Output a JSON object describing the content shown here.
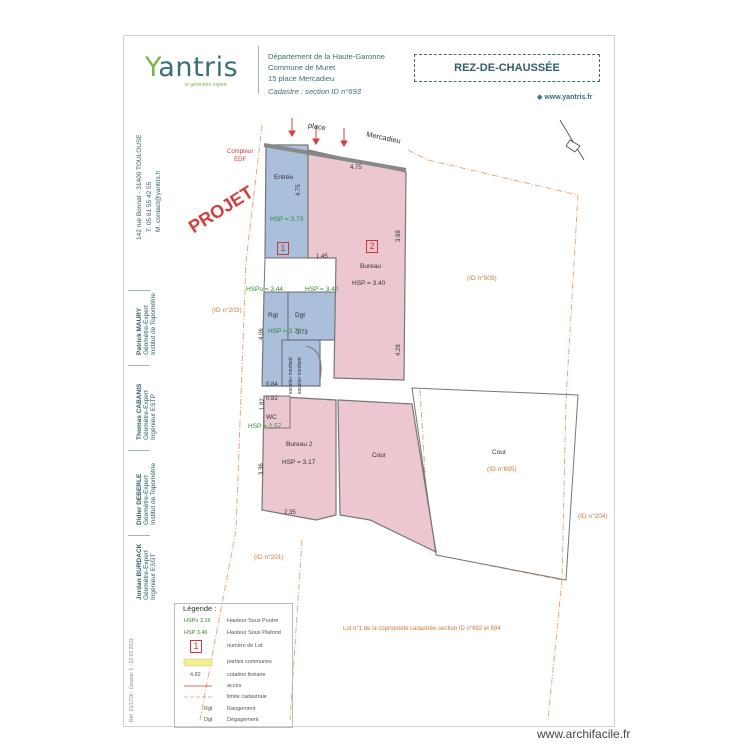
{
  "header": {
    "brand": "Yantris",
    "brand_sub": "le géomètre expert",
    "lines": [
      "Département de la Haute-Garonne",
      "Commune de Muret",
      "15 place Mercadieu",
      "Cadastre : section ID n°693"
    ],
    "title": "REZ-DE-CHAUSSÉE",
    "website": "www.yantris.fr"
  },
  "sidebar": {
    "address": [
      "142 rue Bonnat - 31400 TOULOUSE",
      "T. 05 61 55 42 55",
      "M. contact@yantris.fr"
    ],
    "people": [
      [
        "Patrick MAURY",
        "Géomètre-Expert",
        "Institut de Topométrie"
      ],
      [
        "Thomas CABANIS",
        "Géomètre-Expert",
        "Ingénieur ESTP"
      ],
      [
        "Didier DEBERLE",
        "Géomètre-Expert",
        "Institut de Topométrie"
      ],
      [
        "Jordan BURDACK",
        "Géomètre-Expert",
        "Ingénieur ESGT"
      ]
    ],
    "footer_ref": "Réf. 21/1726 - Dossier 1 - 23 03 2023"
  },
  "plan": {
    "street": [
      "place",
      "Mercadieu"
    ],
    "stamp": "PROJET",
    "compteur": [
      "Compteur",
      "EDF"
    ],
    "rooms": [
      {
        "name": "Entrée",
        "hsp": "HSP = 3.73"
      },
      {
        "name": "Bureau",
        "hsp": "HSP = 3.40"
      },
      {
        "name": "Rgt",
        "hsp": ""
      },
      {
        "name": "Dgt",
        "hsp": ""
      },
      {
        "name": "WC",
        "hsp": "HSP = 2.57"
      },
      {
        "name": "Bureau 2",
        "hsp": "HSP = 3.17"
      },
      {
        "name": "Cour",
        "hsp": ""
      },
      {
        "name": "Cour",
        "hsp": "(ID n°695)"
      }
    ],
    "extra_hsp": [
      "HSP = 3.73",
      "HSPo = 3.44",
      "HSP = 3.40"
    ],
    "stair_labels": [
      "escalier montant",
      "escalier montant"
    ],
    "lots": [
      "1",
      "2"
    ],
    "parcels": [
      "(ID n°203)",
      "(ID n°505)",
      "(ID n°204)",
      "(ID n°201)"
    ],
    "dims": [
      "4.75",
      "4.75",
      "3.98",
      "1.45",
      "4.06",
      "3.73",
      "0.84",
      "0.82",
      "3.36",
      "2.35",
      "4.28",
      "1.82"
    ],
    "lot_note": "Lot n°1 de la copropriété cadastrée section ID n°692 et 694"
  },
  "legend": {
    "title": "Légende :",
    "items": [
      {
        "sym": "HSPo 3.16",
        "text": "Hauteur Sous Poutre"
      },
      {
        "sym": "HSP 3.46",
        "text": "Hauteur Sous Plafond"
      },
      {
        "sym": "1",
        "text": "numéro de Lot"
      },
      {
        "sym": "",
        "text": "parties communes"
      },
      {
        "sym": "4.82",
        "text": "cotation linéaire"
      },
      {
        "sym": "",
        "text": "accès"
      },
      {
        "sym": "",
        "text": "limite cadastrale"
      },
      {
        "sym": "Rgt",
        "text": "Rangement"
      },
      {
        "sym": "Dgt",
        "text": "Dégagement"
      }
    ]
  },
  "colors": {
    "blue_lot": "#a9bfdc",
    "pink_lot": "#ecc7cf",
    "parcel_line": "#e8a06a",
    "wall": "#777777"
  },
  "watermark": "www.archifacile.fr"
}
